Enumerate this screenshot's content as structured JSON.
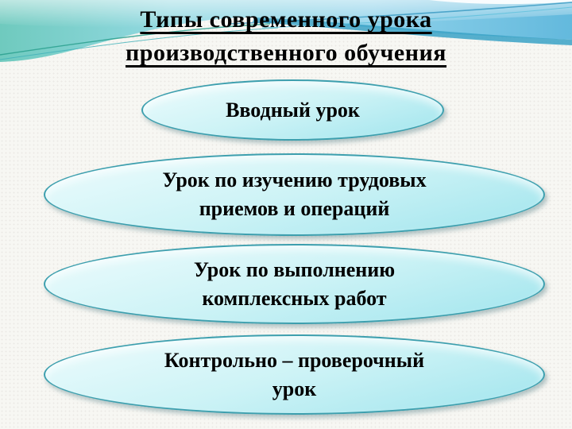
{
  "slide": {
    "title": {
      "line1": "Типы современного урока",
      "line2": "производственного обучения"
    },
    "ovals": [
      {
        "line1": "Вводный урок"
      },
      {
        "line1": "Урок по изучению трудовых",
        "line2": "приемов и операций"
      },
      {
        "line1": "Урок по выполнению",
        "line2": "комплексных работ"
      },
      {
        "line1": "Контрольно – проверочный",
        "line2": "урок"
      }
    ],
    "colors": {
      "background": "#f7f7f3",
      "oval_fill_top": "#eefcfd",
      "oval_fill_bottom": "#9fe4ed",
      "oval_border": "#3d9fae",
      "text": "#000000",
      "wave_teal_left": "#6fcabe",
      "wave_blue_right": "#63b9dd",
      "wave_dark_stripe": "#3aa2c6"
    }
  }
}
